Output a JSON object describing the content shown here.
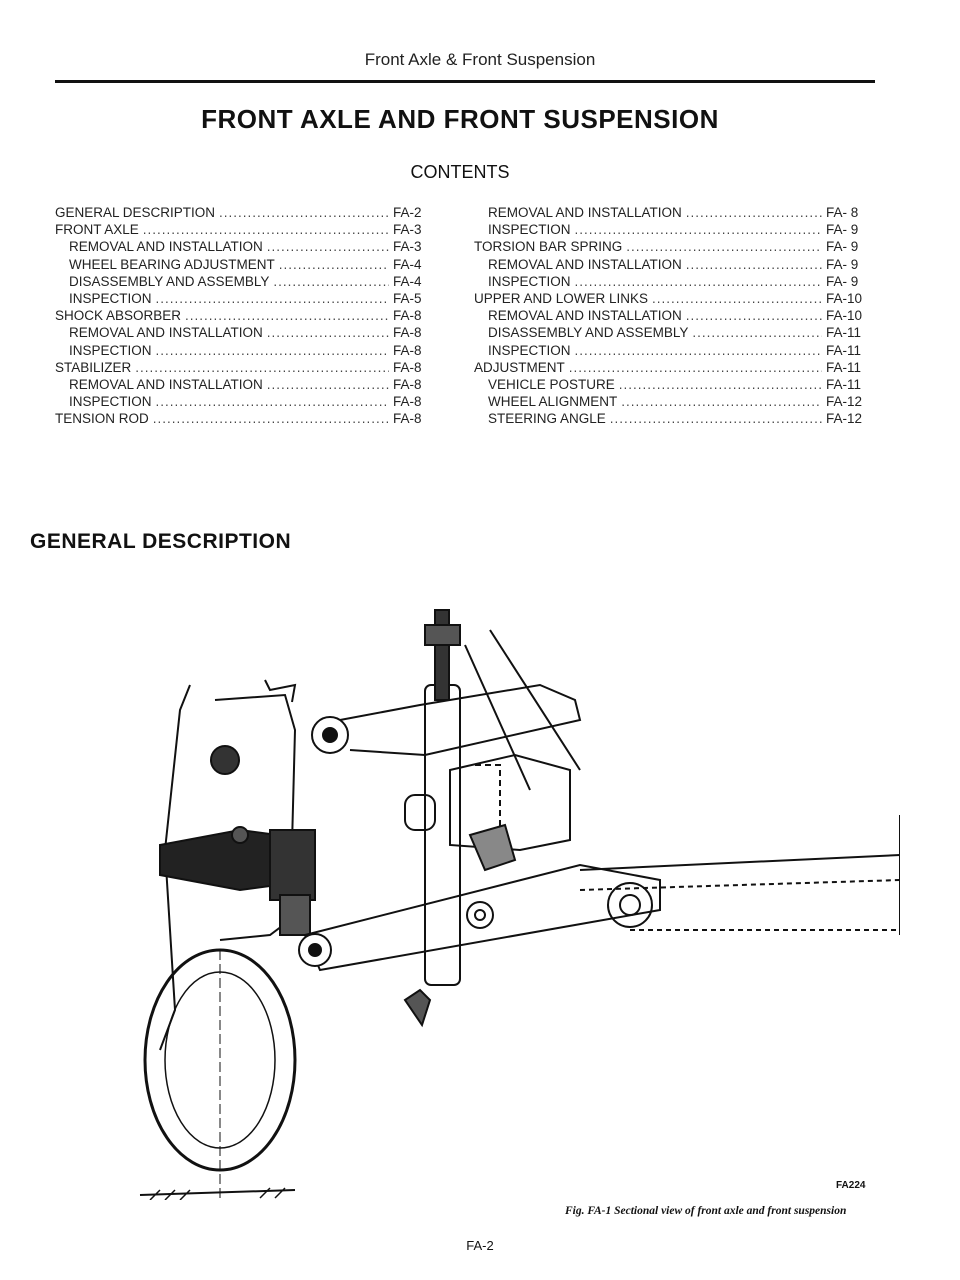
{
  "header": {
    "running_head": "Front Axle & Front Suspension"
  },
  "title": "FRONT AXLE AND FRONT SUSPENSION",
  "contents": {
    "heading": "CONTENTS",
    "left": [
      {
        "title": "GENERAL DESCRIPTION",
        "page": "FA-2",
        "sub": false
      },
      {
        "title": "FRONT AXLE",
        "page": "FA-3",
        "sub": false
      },
      {
        "title": "REMOVAL AND INSTALLATION",
        "page": "FA-3",
        "sub": true
      },
      {
        "title": "WHEEL BEARING ADJUSTMENT",
        "page": "FA-4",
        "sub": true
      },
      {
        "title": "DISASSEMBLY AND ASSEMBLY",
        "page": "FA-4",
        "sub": true
      },
      {
        "title": "INSPECTION",
        "page": "FA-5",
        "sub": true
      },
      {
        "title": "SHOCK ABSORBER",
        "page": "FA-8",
        "sub": false
      },
      {
        "title": "REMOVAL AND INSTALLATION",
        "page": "FA-8",
        "sub": true
      },
      {
        "title": "INSPECTION",
        "page": "FA-8",
        "sub": true
      },
      {
        "title": "STABILIZER",
        "page": "FA-8",
        "sub": false
      },
      {
        "title": "REMOVAL AND INSTALLATION",
        "page": "FA-8",
        "sub": true
      },
      {
        "title": "INSPECTION",
        "page": "FA-8",
        "sub": true
      },
      {
        "title": "TENSION ROD",
        "page": "FA-8",
        "sub": false
      }
    ],
    "right": [
      {
        "title": "REMOVAL AND INSTALLATION",
        "page": "FA- 8",
        "sub": true
      },
      {
        "title": "INSPECTION",
        "page": "FA- 9",
        "sub": true
      },
      {
        "title": "TORSION BAR SPRING",
        "page": "FA- 9",
        "sub": false
      },
      {
        "title": "REMOVAL AND INSTALLATION",
        "page": "FA- 9",
        "sub": true
      },
      {
        "title": "INSPECTION",
        "page": "FA- 9",
        "sub": true
      },
      {
        "title": "UPPER AND LOWER LINKS",
        "page": "FA-10",
        "sub": false
      },
      {
        "title": "REMOVAL AND INSTALLATION",
        "page": "FA-10",
        "sub": true
      },
      {
        "title": "DISASSEMBLY AND ASSEMBLY",
        "page": "FA-11",
        "sub": true
      },
      {
        "title": "INSPECTION",
        "page": "FA-11",
        "sub": true
      },
      {
        "title": "ADJUSTMENT",
        "page": "FA-11",
        "sub": false
      },
      {
        "title": "VEHICLE POSTURE",
        "page": "FA-11",
        "sub": true
      },
      {
        "title": "WHEEL ALIGNMENT",
        "page": "FA-12",
        "sub": true
      },
      {
        "title": "STEERING ANGLE",
        "page": "FA-12",
        "sub": true
      }
    ]
  },
  "section": {
    "heading": "GENERAL DESCRIPTION"
  },
  "figure": {
    "code": "FA224",
    "caption": "Fig. FA-1 Sectional view of front axle and front suspension"
  },
  "footer": {
    "page_number": "FA-2"
  }
}
